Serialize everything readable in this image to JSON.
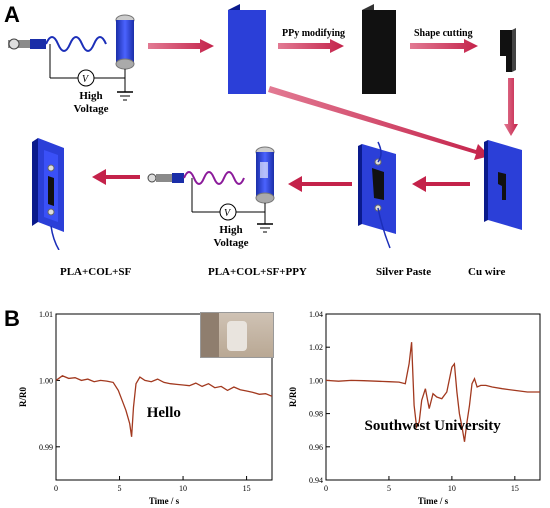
{
  "panel_a": {
    "letter": "A",
    "step1": "PPy modifying",
    "step2": "Shape cutting",
    "hv_top": "High Voltage",
    "hv_bottom": "High Voltage"
  },
  "legend": [
    {
      "label": "PLA+COL+SF",
      "icon": "blue-film-icon"
    },
    {
      "label": "PLA+COL+SF+PPY",
      "icon": "black-film-icon"
    },
    {
      "label": "Silver Paste",
      "icon": "silver-dot-icon"
    },
    {
      "label": "Cu wire",
      "icon": "cu-wire-icon"
    }
  ],
  "panel_b": {
    "letter": "B",
    "colors": {
      "trace": "#a2391f",
      "film_blue": "#2b3fd8",
      "arrow": "#c4224a"
    }
  },
  "chart_data": [
    {
      "type": "line",
      "title": "",
      "annotation": "Hello",
      "xlabel": "Time / s",
      "ylabel": "R/R0",
      "xlim": [
        0,
        17
      ],
      "ylim": [
        0.985,
        1.01
      ],
      "xticks": [
        "0",
        "5",
        "10",
        "15"
      ],
      "yticks": [
        "0.99",
        "1.00",
        "1.01"
      ],
      "series": [
        {
          "x": [
            0,
            0.5,
            1,
            1.5,
            2,
            2.5,
            3,
            3.5,
            4,
            4.5,
            4.9,
            5.2,
            5.5,
            5.8,
            5.95,
            6.1,
            6.3,
            6.6,
            7,
            7.5,
            8,
            8.5,
            9,
            9.5,
            10,
            10.5,
            11,
            11.5,
            12,
            12.5,
            13,
            13.5,
            14,
            14.5,
            15,
            15.5,
            16,
            16.5,
            17
          ],
          "y": [
            1.0,
            1.0007,
            1.0003,
            1.0004,
            1.0,
            1.0002,
            0.9998,
            1.0,
            0.9999,
            0.9997,
            0.9985,
            0.997,
            0.9955,
            0.9935,
            0.9915,
            0.996,
            0.9995,
            1.0005,
            1.0,
            0.9998,
            1.0002,
            0.9997,
            0.9995,
            0.9994,
            0.9993,
            0.9992,
            0.9996,
            0.9991,
            0.9995,
            0.9989,
            0.9991,
            0.9985,
            0.999,
            0.9986,
            0.9984,
            0.9982,
            0.9979,
            0.998,
            0.9976
          ]
        }
      ]
    },
    {
      "type": "line",
      "title": "",
      "annotation": "Southwest University",
      "xlabel": "Time / s",
      "ylabel": "R/R0",
      "xlim": [
        0,
        17
      ],
      "ylim": [
        0.94,
        1.04
      ],
      "xticks": [
        "0",
        "5",
        "10",
        "15"
      ],
      "yticks": [
        "0.94",
        "0.96",
        "0.98",
        "1.00",
        "1.02",
        "1.04"
      ],
      "series": [
        {
          "x": [
            0,
            1,
            2,
            3,
            4,
            5,
            5.8,
            6.3,
            6.6,
            6.8,
            7.0,
            7.2,
            7.4,
            7.6,
            7.9,
            8.2,
            8.5,
            8.8,
            9.2,
            9.6,
            10.0,
            10.2,
            10.4,
            10.6,
            10.8,
            11.0,
            11.2,
            11.4,
            11.6,
            11.8,
            12.0,
            12.3,
            12.7,
            13.2,
            14,
            15,
            16,
            17
          ],
          "y": [
            1.0,
            0.9995,
            1.0,
            0.9998,
            0.9995,
            0.9992,
            0.999,
            0.998,
            1.01,
            1.023,
            0.985,
            0.972,
            0.975,
            0.988,
            0.995,
            0.983,
            0.992,
            0.99,
            0.989,
            0.993,
            1.008,
            1.01,
            0.993,
            0.98,
            0.972,
            0.963,
            0.975,
            0.985,
            0.998,
            1.001,
            0.996,
            0.997,
            0.997,
            0.996,
            0.995,
            0.994,
            0.993,
            0.993
          ]
        }
      ]
    }
  ]
}
